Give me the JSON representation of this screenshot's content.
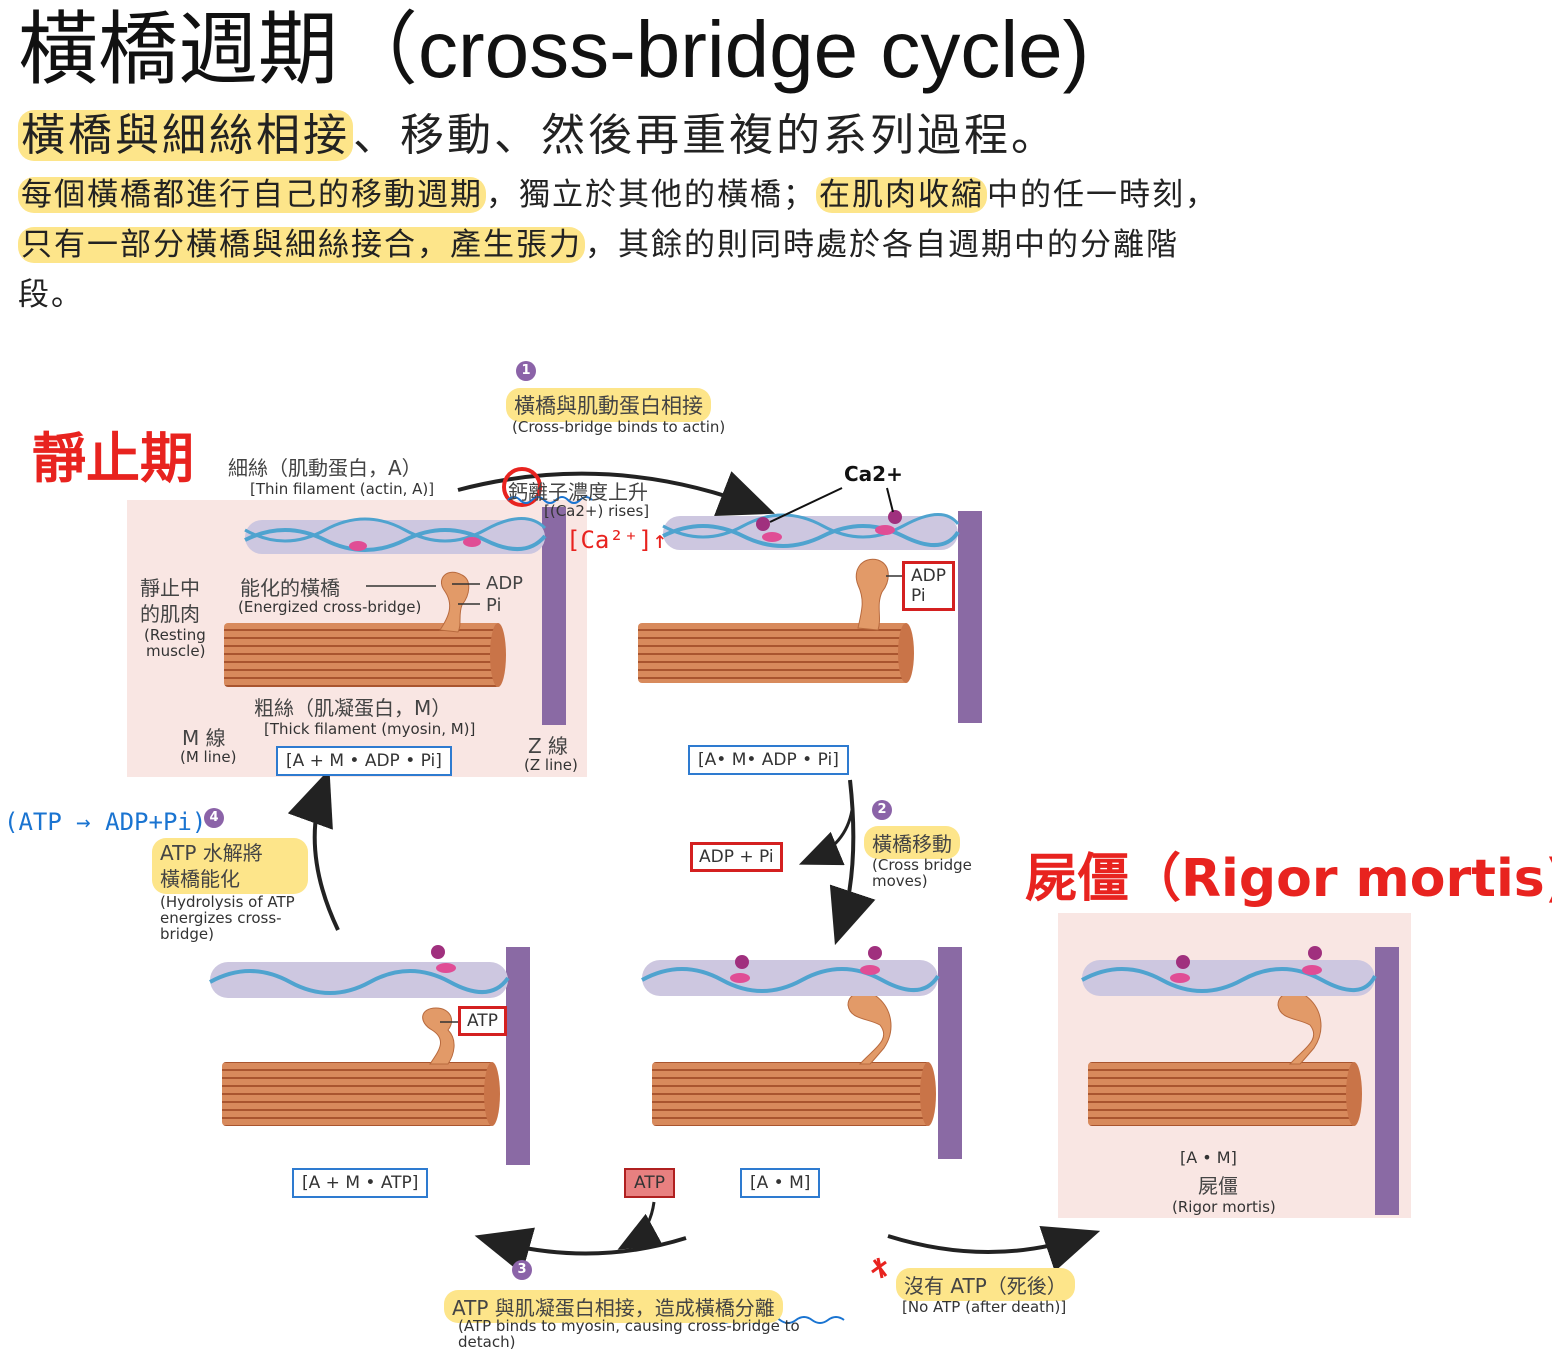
{
  "title": {
    "zh": "橫橋週期",
    "en": "（cross-bridge cycle)"
  },
  "subtitle": {
    "highlight": "橫橋與細絲相接",
    "rest": "、移動、然後再重複的系列過程。"
  },
  "paragraph": {
    "p1_hl": "每個橫橋都進行自己的移動週期",
    "p2": "，獨立於其他的橫橋；",
    "p3_hl": "在肌肉收縮",
    "p4": "中的任一時刻，",
    "p5_hl": "只有一部分橫橋與細絲接合，產生張力",
    "p6": "，其餘的則同時處於各自週期中的分離階段。"
  },
  "headings": {
    "resting": "靜止期",
    "rigor": "屍僵（Rigor mortis)"
  },
  "step1": {
    "num": "1",
    "zh": "橫橋與肌動蛋白相接",
    "en": "(Cross-bridge binds to actin)"
  },
  "calcium": {
    "zh": "鈣離子濃度上升",
    "en": "[(Ca2+) rises]",
    "note": "[Ca²⁺]↑",
    "label": "Ca2+"
  },
  "panel1": {
    "thin_zh": "細絲（肌動蛋白，A）",
    "thin_en": "[Thin filament (actin, A)]",
    "rest_zh1": "靜止中",
    "rest_zh2": "的肌肉",
    "rest_en1": "(Resting",
    "rest_en2": "muscle)",
    "energized_zh": "能化的橫橋",
    "energized_en": "(Energized cross-bridge)",
    "adp": "ADP",
    "pi": "Pi",
    "thick_zh": "粗絲（肌凝蛋白，M）",
    "thick_en": "[Thick filament (myosin, M)]",
    "mline_zh": "M 線",
    "mline_en": "(M line)",
    "zline_zh": "Z 線",
    "zline_en": "(Z line)",
    "formula": "[A + M • ADP • Pi]"
  },
  "panel2": {
    "adp": "ADP",
    "pi": "Pi",
    "formula": "[A• M• ADP • Pi]"
  },
  "step2": {
    "num": "2",
    "zh": "橫橋移動",
    "en1": "(Cross bridge",
    "en2": "moves)",
    "release": "ADP + Pi"
  },
  "step4": {
    "num": "4",
    "note": "(ATP → ADP+Pi)",
    "zh1": "ATP 水解將",
    "zh2": "橫橋能化",
    "en1": "(Hydrolysis of ATP",
    "en2": "energizes cross-",
    "en3": "bridge)"
  },
  "panel3": {
    "atp": "ATP",
    "formula": "[A + M • ATP]"
  },
  "panel4": {
    "formula": "[A • M]"
  },
  "atp_box": "ATP",
  "step3": {
    "num": "3",
    "zh": "ATP 與肌凝蛋白相接，造成橫橋分離",
    "en1": "(ATP binds to myosin, causing cross-bridge to",
    "en2": "detach)"
  },
  "noatp": {
    "zh": "沒有 ATP（死後）",
    "en": "[No ATP (after death)]"
  },
  "rigor_panel": {
    "formula": "[A • M]",
    "zh": "屍僵",
    "en": "(Rigor mortis)"
  },
  "colors": {
    "red": "#e8231f",
    "highlight": "#fde58a",
    "zline": "#8a6aa4",
    "myosin": "#d98a5a",
    "actin": "#c9c3de",
    "tropomyosin": "#4fa3cf"
  }
}
